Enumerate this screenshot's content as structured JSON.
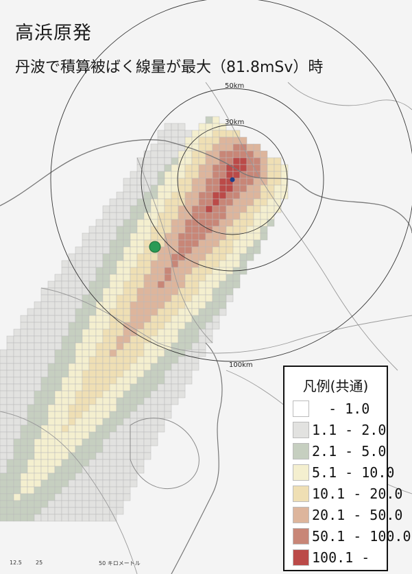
{
  "map": {
    "title": "高浜原発",
    "subtitle": "丹波で積算被ばく線量が最大（81.8mSv）時",
    "ring_labels": [
      "50km",
      "30km",
      "100km"
    ],
    "scale_labels": [
      "12.5",
      "25",
      "50 キロメートル"
    ]
  },
  "legend": {
    "title": "凡例(共通)",
    "items": [
      {
        "label": "  - 1.0",
        "color": "#ffffff"
      },
      {
        "label": "1.1 - 2.0",
        "color": "#e2e2e0"
      },
      {
        "label": "2.1 - 5.0",
        "color": "#c6cfc0"
      },
      {
        "label": "5.1 - 10.0",
        "color": "#f4efcf"
      },
      {
        "label": "10.1 - 20.0",
        "color": "#efdfb4"
      },
      {
        "label": "20.1 - 50.0",
        "color": "#ddb59c"
      },
      {
        "label": "50.1 - 100.0",
        "color": "#c88677"
      },
      {
        "label": "100.1 -",
        "color": "#bb4a48"
      }
    ]
  },
  "markers": {
    "reactor_color": "#1b3f8a",
    "max_point_color": "#2a9a55"
  }
}
